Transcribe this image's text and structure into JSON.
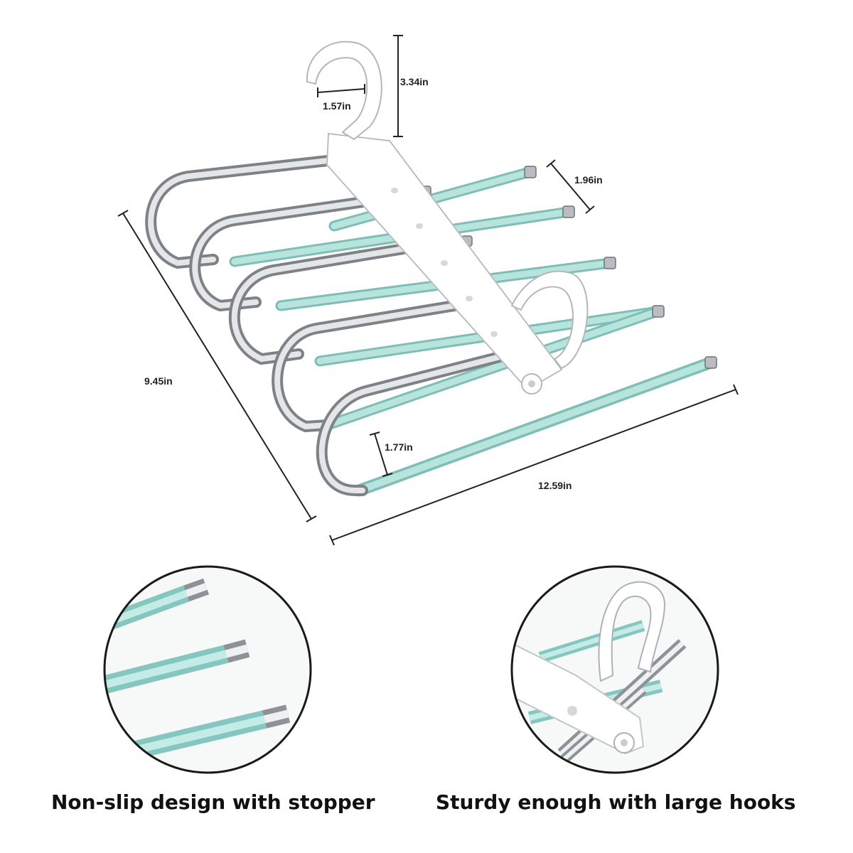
{
  "product": {
    "dimensions": {
      "hook_height": "3.34in",
      "hook_width": "1.57in",
      "rod_gap": "1.96in",
      "total_height": "9.45in",
      "total_length": "12.59in",
      "loop_gap": "1.77in"
    }
  },
  "features": [
    {
      "caption": "Non-slip design with stopper"
    },
    {
      "caption": "Sturdy enough with large hooks"
    }
  ],
  "colors": {
    "rod_mint": "#a8dcd6",
    "rod_mint_dark": "#86c6c0",
    "steel": "#c9cccf",
    "steel_dark": "#8e9296",
    "plastic": "#ffffff",
    "dimension_line": "#222222"
  }
}
